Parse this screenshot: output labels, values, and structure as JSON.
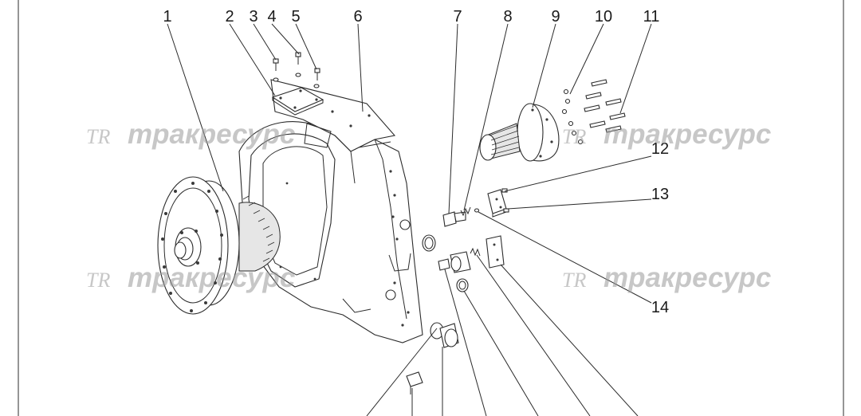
{
  "diagram": {
    "part_numbers": [
      "1",
      "2",
      "3",
      "4",
      "5",
      "6",
      "7",
      "8",
      "9",
      "10",
      "11",
      "12",
      "13",
      "14"
    ],
    "watermark": {
      "logo": "TR",
      "text": "тракресурс"
    },
    "colors": {
      "line": "#2b2b2b",
      "watermark": "#9a9a9a",
      "background": "#ffffff"
    }
  }
}
